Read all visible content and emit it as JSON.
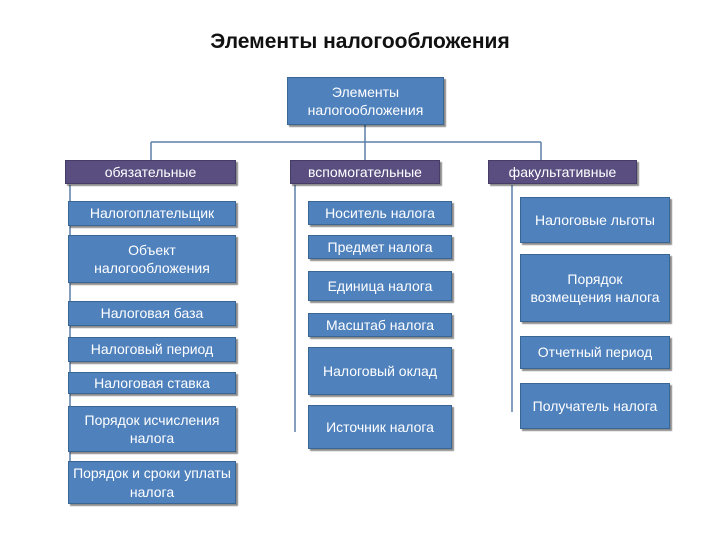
{
  "title": "Элементы налогообложения",
  "root": "Элементы налогообложения",
  "columns": [
    {
      "header": "обязательные",
      "items": [
        "Налогоплательщик",
        "Объект налогообложения",
        "Налоговая база",
        "Налоговый период",
        "Налоговая ставка",
        "Порядок исчисления налога",
        "Порядок и сроки уплаты налога"
      ]
    },
    {
      "header": "вспомогательные",
      "items": [
        "Носитель налога",
        "Предмет налога",
        "Единица налога",
        "Масштаб налога",
        "Налоговый оклад",
        "Источник налога"
      ]
    },
    {
      "header": "факультативные",
      "items": [
        "Налоговые льготы",
        "Порядок возмещения налога",
        "Отчетный период",
        "Получатель налога"
      ]
    }
  ],
  "colors": {
    "box": "#4f81bd",
    "header": "#5a4e80",
    "line": "#5b7fa8"
  }
}
